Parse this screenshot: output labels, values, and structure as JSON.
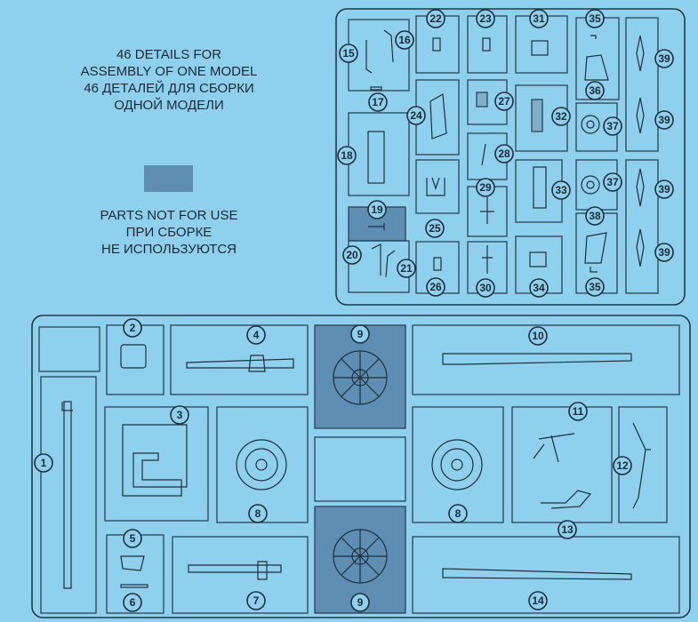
{
  "info_lines": [
    "46 DETAILS FOR",
    "ASSEMBLY OF ONE MODEL",
    "46 ДЕТАЛЕЙ ДЛЯ СБОРКИ",
    "ОДНОЙ МОДЕЛИ"
  ],
  "legend": {
    "swatch_color": "#5f8eb5",
    "lines": [
      "PARTS NOT FOR USE",
      "ПРИ СБОРКЕ",
      "НЕ ИСПОЛЬЗУЮТСЯ"
    ]
  },
  "colors": {
    "background": "#8fd0ee",
    "outline": "#243847",
    "unused_fill": "#5f8eb5"
  },
  "callouts": {
    "top_sprue": [
      "15",
      "16",
      "17",
      "18",
      "19",
      "20",
      "21",
      "22",
      "23",
      "24",
      "25",
      "26",
      "27",
      "28",
      "29",
      "30",
      "31",
      "32",
      "33",
      "34",
      "35",
      "36",
      "37",
      "37",
      "38",
      "35",
      "39",
      "39",
      "39",
      "39"
    ],
    "bottom_sprue": [
      "1",
      "2",
      "3",
      "4",
      "5",
      "6",
      "7",
      "8",
      "8",
      "9",
      "9",
      "10",
      "11",
      "12",
      "13",
      "14"
    ]
  }
}
